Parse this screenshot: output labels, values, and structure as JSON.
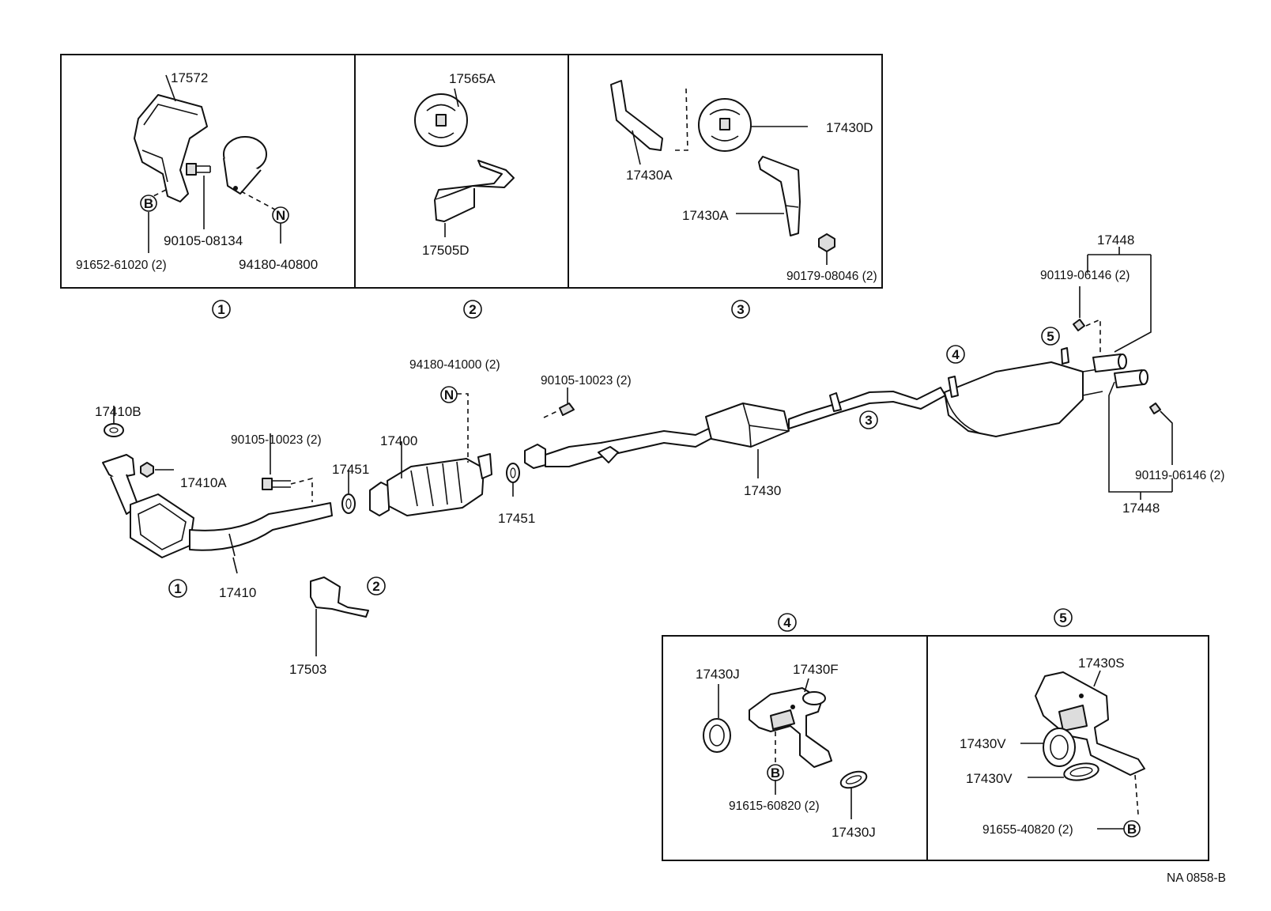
{
  "drawing_code": "NA 0858-B",
  "callouts": {
    "c1": "1",
    "c2": "2",
    "c3": "3",
    "c4": "4",
    "c5": "5",
    "letter_b": "B",
    "letter_n": "N"
  },
  "inset1": {
    "p17572": "17572",
    "p90105_08134": "90105-08134",
    "p91652": "91652-61020 (2)",
    "p94180_40800": "94180-40800"
  },
  "inset2": {
    "p17565A": "17565A",
    "p17505D": "17505D"
  },
  "inset3": {
    "p17430A_top": "17430A",
    "p17430D": "17430D",
    "p17430A_mid": "17430A",
    "p90179": "90179-08046 (2)"
  },
  "main": {
    "p17410B": "17410B",
    "p17410A": "17410A",
    "p17410": "17410",
    "p90105_a": "90105-10023 (2)",
    "p17451_a": "17451",
    "p17400": "17400",
    "p94180_41000": "94180-41000 (2)",
    "p17451_b": "17451",
    "p90105_b": "90105-10023 (2)",
    "p17503": "17503",
    "p17430": "17430",
    "p17448_top": "17448",
    "p90119_top": "90119-06146 (2)",
    "p90119_bot": "90119-06146 (2)",
    "p17448_bot": "17448"
  },
  "inset4": {
    "p17430J_a": "17430J",
    "p17430F": "17430F",
    "p91615": "91615-60820 (2)",
    "p17430J_b": "17430J"
  },
  "inset5": {
    "p17430S": "17430S",
    "p17430V_a": "17430V",
    "p17430V_b": "17430V",
    "p91655": "91655-40820 (2)"
  }
}
